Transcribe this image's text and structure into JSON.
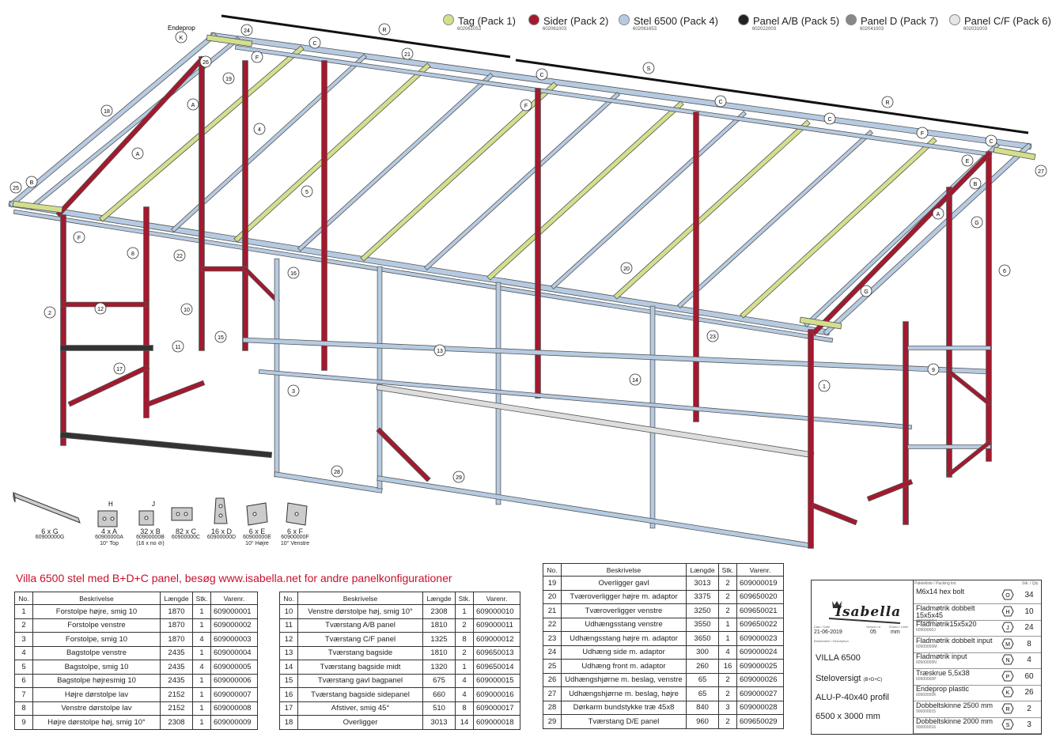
{
  "legend": [
    {
      "label": "Tag (Pack 1)",
      "code": "602061053",
      "color": "#d4df8e"
    },
    {
      "label": "Sider (Pack 2)",
      "code": "602061003",
      "color": "#a3192e"
    },
    {
      "label": "Stel 6500 (Pack 4)",
      "code": "602061653",
      "color": "#b6cbe2"
    },
    {
      "label": "Panel A/B (Pack 5)",
      "code": "602022003",
      "color": "#222222"
    },
    {
      "label": "Panel D (Pack 7)",
      "code": "602041003",
      "color": "#888888"
    },
    {
      "label": "Panel C/F (Pack 6)",
      "code": "602031003",
      "color": "#e6e6e6"
    }
  ],
  "drawing_labels": {
    "endeprop": "Endeprop",
    "numbers": [
      "1",
      "2",
      "3",
      "4",
      "5",
      "6",
      "8",
      "9",
      "10",
      "11",
      "12",
      "13",
      "14",
      "15",
      "16",
      "17",
      "18",
      "19",
      "20",
      "21",
      "22",
      "23",
      "24",
      "25",
      "26",
      "27",
      "28",
      "29"
    ],
    "letters": [
      "A",
      "B",
      "C",
      "D",
      "E",
      "F",
      "G",
      "H",
      "J",
      "K",
      "R",
      "S"
    ]
  },
  "parts": [
    {
      "qty": "6 x G",
      "code": "60900000G",
      "note": ""
    },
    {
      "qty": "4 x A",
      "code": "60900000A",
      "note": "10° Top"
    },
    {
      "qty": "32 x B",
      "code": "60900000B",
      "note": "(16 x no ⊘)"
    },
    {
      "qty": "82 x C",
      "code": "60900000C",
      "note": ""
    },
    {
      "qty": "16 x D",
      "code": "60900000D",
      "note": ""
    },
    {
      "qty": "6 x E",
      "code": "60900000E",
      "note": "10° Højre"
    },
    {
      "qty": "6 x F",
      "code": "60900000F",
      "note": "10° Venstre"
    }
  ],
  "main_title": "Villa 6500 stel med B+D+C panel, besøg www.isabella.net for andre panelkonfigurationer",
  "table_headers": {
    "no": "No.",
    "desc": "Beskrivelse",
    "len": "Længde",
    "qty": "Stk.",
    "num": "Varenr."
  },
  "bom1": [
    [
      "1",
      "Forstolpe højre, smig 10",
      "1870",
      "1",
      "609000001"
    ],
    [
      "2",
      "Forstolpe venstre",
      "1870",
      "1",
      "609000002"
    ],
    [
      "3",
      "Forstolpe, smig 10",
      "1870",
      "4",
      "609000003"
    ],
    [
      "4",
      "Bagstolpe venstre",
      "2435",
      "1",
      "609000004"
    ],
    [
      "5",
      "Bagstolpe, smig 10",
      "2435",
      "4",
      "609000005"
    ],
    [
      "6",
      "Bagstolpe højresmig 10",
      "2435",
      "1",
      "609000006"
    ],
    [
      "7",
      "Højre dørstolpe lav",
      "2152",
      "1",
      "609000007"
    ],
    [
      "8",
      "Venstre dørstolpe lav",
      "2152",
      "1",
      "609000008"
    ],
    [
      "9",
      "Højre dørstolpe høj, smig 10°",
      "2308",
      "1",
      "609000009"
    ]
  ],
  "bom2": [
    [
      "10",
      "Venstre dørstolpe høj, smig 10°",
      "2308",
      "1",
      "609000010"
    ],
    [
      "11",
      "Tværstang A/B panel",
      "1810",
      "2",
      "609000011"
    ],
    [
      "12",
      "Tværstang C/F panel",
      "1325",
      "8",
      "609000012"
    ],
    [
      "13",
      "Tværstang bagside",
      "1810",
      "2",
      "609650013"
    ],
    [
      "14",
      "Tværstang bagside midt",
      "1320",
      "1",
      "609650014"
    ],
    [
      "15",
      "Tværstang gavl bagpanel",
      "675",
      "4",
      "609000015"
    ],
    [
      "16",
      "Tværstang bagside sidepanel",
      "660",
      "4",
      "609000016"
    ],
    [
      "17",
      "Afstiver, smig 45°",
      "510",
      "8",
      "609000017"
    ],
    [
      "18",
      "Overligger",
      "3013",
      "14",
      "609000018"
    ]
  ],
  "bom3": [
    [
      "19",
      "Overligger gavl",
      "3013",
      "2",
      "609000019"
    ],
    [
      "20",
      "Tværoverligger højre m. adaptor",
      "3375",
      "2",
      "609650020"
    ],
    [
      "21",
      "Tværoverligger venstre",
      "3250",
      "2",
      "609650021"
    ],
    [
      "22",
      "Udhængsstang venstre",
      "3550",
      "1",
      "609650022"
    ],
    [
      "23",
      "Udhængsstang højre m. adaptor",
      "3650",
      "1",
      "609000023"
    ],
    [
      "24",
      "Udhæng side m. adaptor",
      "300",
      "4",
      "609000024"
    ],
    [
      "25",
      "Udhæng front m. adaptor",
      "260",
      "16",
      "609000025"
    ],
    [
      "26",
      "Udhængshjørne m. beslag, venstre",
      "65",
      "2",
      "609000026"
    ],
    [
      "27",
      "Udhængshjørne m. beslag, højre",
      "65",
      "2",
      "609000027"
    ],
    [
      "28",
      "Dørkarm bundstykke træ 45x8",
      "840",
      "3",
      "609000028"
    ],
    [
      "29",
      "Tværstang D/E panel",
      "960",
      "2",
      "609650029"
    ]
  ],
  "titleblock": {
    "brand": "Isabella",
    "date_label": "Dato / Date",
    "date": "21-06-2019",
    "version_label": "Version nr.",
    "version": "05",
    "unit_label": "Enhed / Units",
    "unit": "mm",
    "desc_label": "Beskrivelse / Description",
    "villa": "VILLA 6500",
    "subtitle": "Steloversigt",
    "subtitle_small": "(B+D+C)",
    "profile": "ALU-P-40x40 profil",
    "size": "6500 x 3000 mm",
    "packing_header": "Pakkeliste / Packing list",
    "qty_header": "Stk. / Qty",
    "hardware": [
      {
        "desc": "M6x14 hex bolt",
        "code": "",
        "sym": "O",
        "qty": "34"
      },
      {
        "desc": "Fladmøtrik dobbelt 15x5x45",
        "code": "60900000H",
        "sym": "H",
        "qty": "10"
      },
      {
        "desc": "Fladmøtrik15x5x20",
        "code": "60900000J",
        "sym": "J",
        "qty": "24"
      },
      {
        "desc": "Fladmøtrik dobbelt input",
        "code": "60900000M",
        "sym": "M",
        "qty": "8"
      },
      {
        "desc": "Fladmøtrik input",
        "code": "60900000N",
        "sym": "N",
        "qty": "4"
      },
      {
        "desc": "Træskrue 5,5x38",
        "code": "60900000P",
        "sym": "P",
        "qty": "60"
      },
      {
        "desc": "Endeprop plastic",
        "code": "60900000K",
        "sym": "K",
        "qty": "26"
      },
      {
        "desc": "Dobbeltskinne 2500 mm",
        "code": "900000015",
        "sym": "R",
        "qty": "2"
      },
      {
        "desc": "Dobbeltskinne 2000 mm",
        "code": "900000016",
        "sym": "S",
        "qty": "3"
      }
    ]
  }
}
